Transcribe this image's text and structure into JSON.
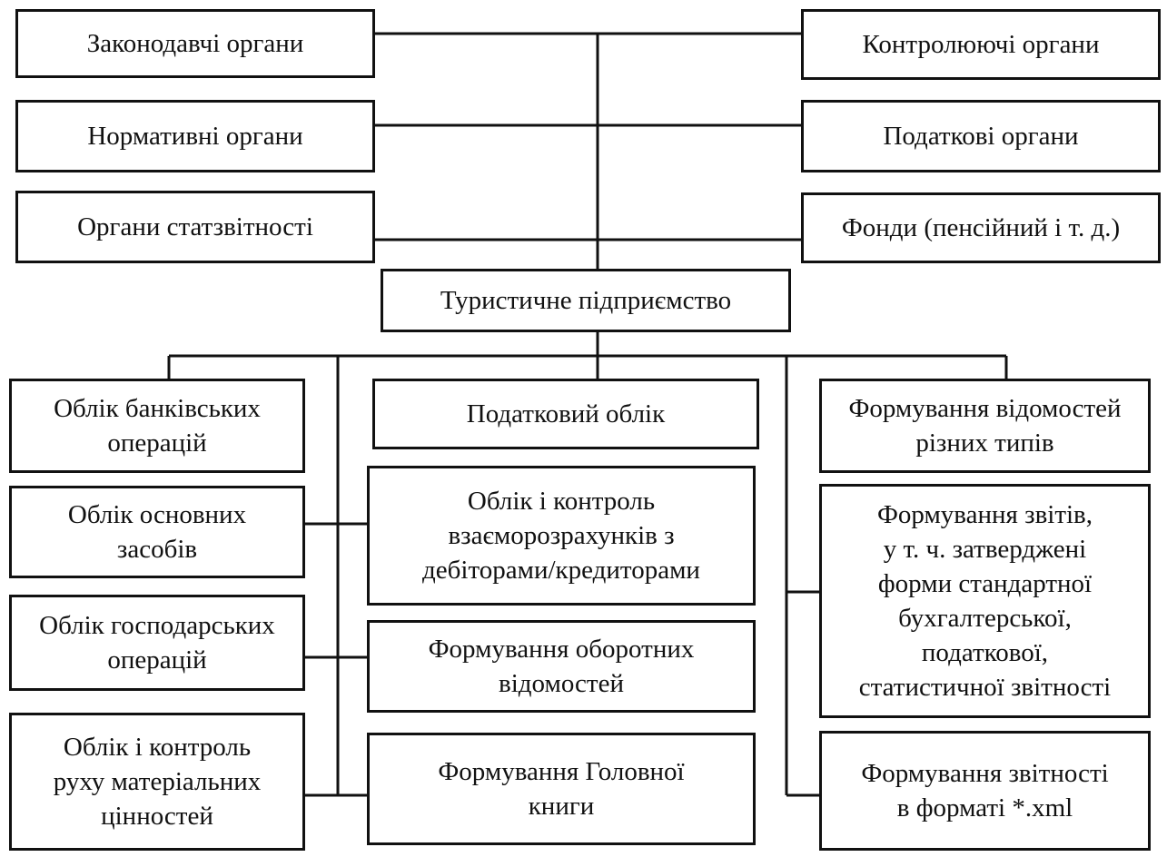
{
  "top_left": [
    "Законодавчі органи",
    "Нормативні органи",
    "Органи статзвітності"
  ],
  "top_right": [
    "Контролюючі органи",
    "Податкові органи",
    "Фонди (пенсійний і т. д.)"
  ],
  "center": "Туристичне підприємство",
  "left_column": [
    "Облік банківських\nоперацій",
    "Облік основних\nзасобів",
    "Облік господарських\nоперацій",
    "Облік і контроль\nруху матеріальних\nцінностей"
  ],
  "middle_column": [
    "Податковий облік",
    "Облік і контроль\nвзаєморозрахунків з\nдебіторами/кредиторами",
    "Формування оборотних\nвідомостей",
    "Формування Головної\nкниги"
  ],
  "right_column": [
    "Формування відомостей\nрізних типів",
    "Формування звітів,\nу т. ч. затверджені\nформи стандартної\nбухгалтерської,\nподаткової,\nстатистичної звітності",
    "Формування звітності\nв форматі *.xml"
  ]
}
